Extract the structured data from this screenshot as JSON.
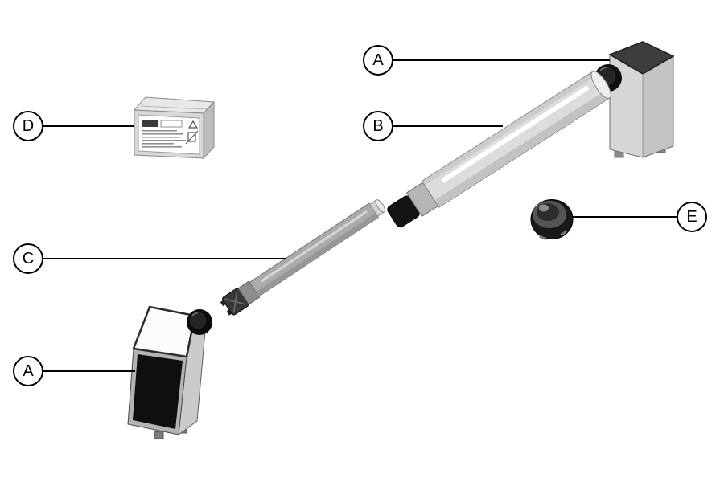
{
  "diagram": {
    "type": "exploded-parts-diagram",
    "callouts": [
      {
        "label": "D",
        "part_ref": "battery-label-pack"
      },
      {
        "label": "A",
        "part_ref": "control-head-unit-rear"
      },
      {
        "label": "B",
        "part_ref": "outer-tube"
      },
      {
        "label": "C",
        "part_ref": "tubular-motor"
      },
      {
        "label": "E",
        "part_ref": "round-adapter-knob"
      },
      {
        "label": "A",
        "part_ref": "control-head-unit-front"
      }
    ],
    "parts": {
      "A": "control-head-unit",
      "B": "outer-tube",
      "C": "tubular-motor",
      "D": "battery-label-pack",
      "E": "round-adapter-knob"
    },
    "palette": {
      "line": "#000000",
      "background": "#ffffff",
      "tube_light": "#dcdcdc",
      "tube_mid": "#ababab",
      "cap_dark": "#141414"
    }
  }
}
